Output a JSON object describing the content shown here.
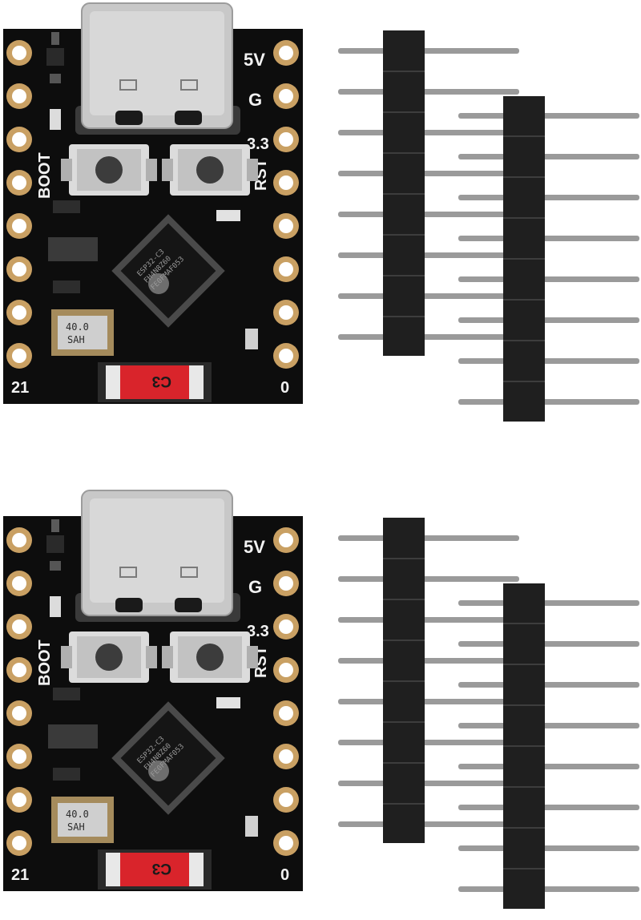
{
  "board": {
    "label_5v": "5V",
    "label_g": "G",
    "label_3v3": "3.3",
    "label_boot": "BOOT",
    "label_rst": "RST",
    "label_pin_left": "21",
    "label_pin_right": "0",
    "badge": "C3",
    "chip_lines": [
      "ESP32-C3",
      "FH4N8Z60",
      "FE0FMAF053"
    ],
    "crystal_lines": [
      "40.0",
      "SAH"
    ]
  },
  "kit_count": 2,
  "colors": {
    "pcb": "#0d0d0d",
    "pad": "#c9a063",
    "usb": "#c8c8c8",
    "badge": "#d9242b",
    "header_plastic": "#1f1f1f",
    "pin": "#9a9a9a"
  }
}
